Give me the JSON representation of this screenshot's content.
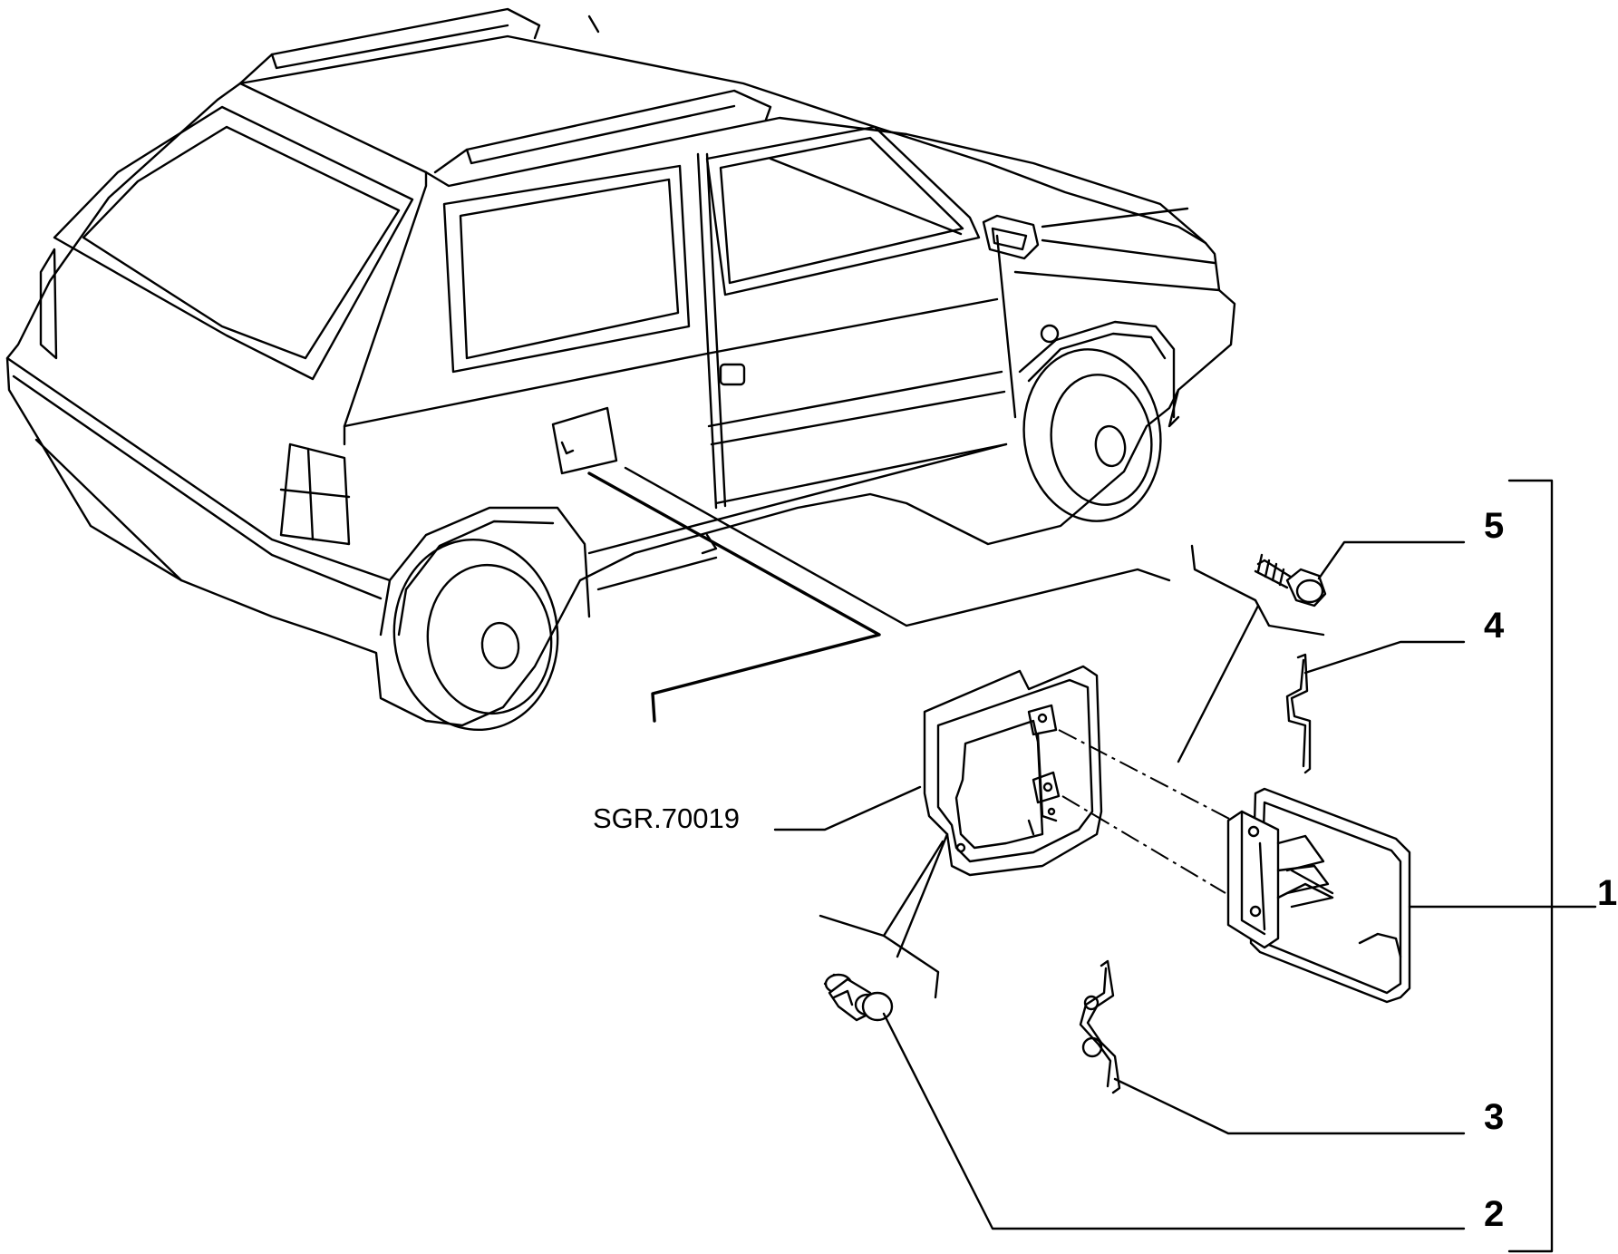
{
  "reference_code": "SGR.70019",
  "callouts": {
    "c1": "1",
    "c2": "2",
    "c3": "3",
    "c4": "4",
    "c5": "5"
  }
}
